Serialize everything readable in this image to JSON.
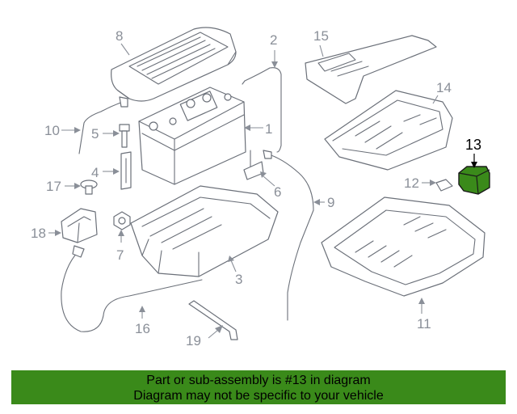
{
  "diagram": {
    "callouts": [
      "1",
      "2",
      "3",
      "4",
      "5",
      "6",
      "7",
      "8",
      "9",
      "10",
      "11",
      "12",
      "13",
      "14",
      "15",
      "16",
      "17",
      "18",
      "19"
    ],
    "highlighted_callout": "13",
    "highlight_color": "#3a8a1a"
  },
  "banner": {
    "line1": "Part or sub-assembly is #13 in diagram",
    "line2": "Diagram may not be specific to your vehicle",
    "background": "#3a8a1a"
  }
}
